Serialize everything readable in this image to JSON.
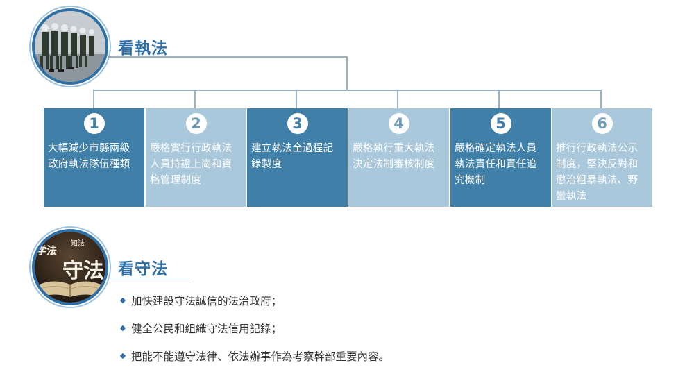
{
  "section1": {
    "title": "看執法",
    "steps": [
      {
        "number": "1",
        "text": "大幅減少市縣兩級政府執法隊伍種類"
      },
      {
        "number": "2",
        "text": "嚴格實行行政執法人員持證上崗和資格管理制度"
      },
      {
        "number": "3",
        "text": "建立執法全過程記錄製度"
      },
      {
        "number": "4",
        "text": "嚴格執行重大執法決定法制審核制度"
      },
      {
        "number": "5",
        "text": "嚴格確定執法人員執法責任和責任追究機制"
      },
      {
        "number": "6",
        "text": "推行行政執法公示制度，堅決反對和懲治粗暴執法、野蠻執法"
      }
    ]
  },
  "section2": {
    "title": "看守法",
    "image_text": {
      "line_main": "守法",
      "line_small": "知法",
      "line_side": "学法"
    },
    "items": [
      "加快建設守法誠信的法治政府；",
      "健全公民和組織守法信用記錄；",
      "把能不能遵守法律、依法辦事作為考察幹部重要內容。"
    ]
  },
  "colors": {
    "accent": "#2f6fa8",
    "box_dark": "#3f7fa8",
    "box_light": "#a9c8db",
    "connector": "#9ab2c8"
  }
}
